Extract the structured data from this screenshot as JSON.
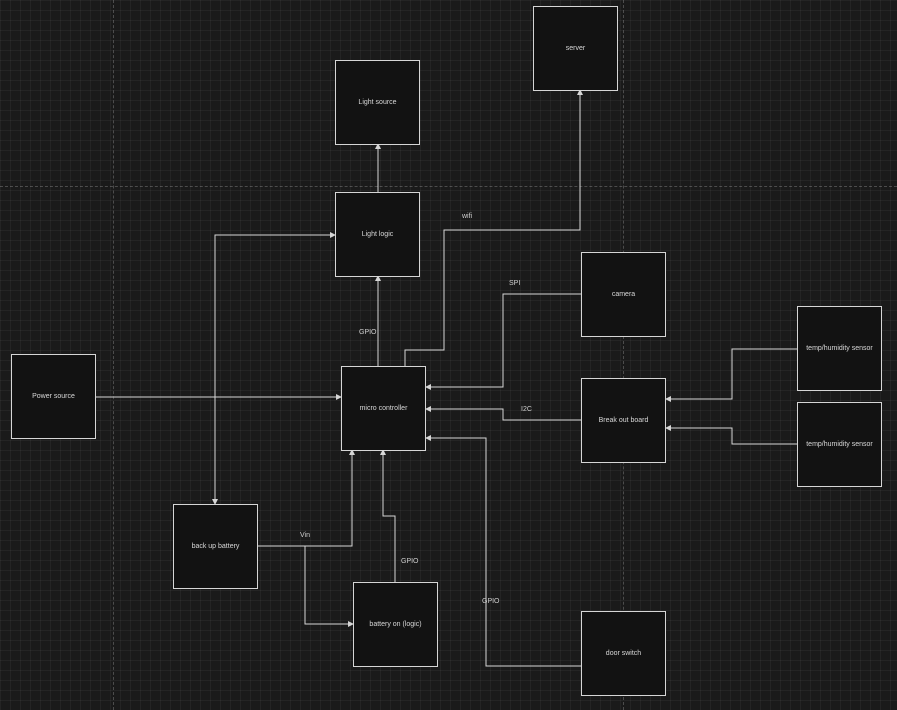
{
  "diagram": {
    "nodes": {
      "server": "server",
      "light_source": "Light source",
      "light_logic": "Light logic",
      "camera": "camera",
      "temp_humidity_1": "temp/humidity sensor",
      "temp_humidity_2": "temp/humidity sensor",
      "power_source": "Power source",
      "micro_controller": "micro controller",
      "break_out_board": "Break out board",
      "back_up_battery": "back up battery",
      "battery_on_logic": "battery on (logic)",
      "door_switch": "door switch"
    },
    "edge_labels": {
      "wifi": "wifi",
      "spi": "SPI",
      "gpio_light": "GPIO",
      "i2c": "I2C",
      "vin": "Vin",
      "gpio_battery": "GPIO",
      "gpio_door": "GPIO"
    },
    "colors": {
      "background": "#1a1a1a",
      "node_fill": "#121212",
      "stroke": "#d6d6d6",
      "text": "#d8d8d8"
    }
  }
}
